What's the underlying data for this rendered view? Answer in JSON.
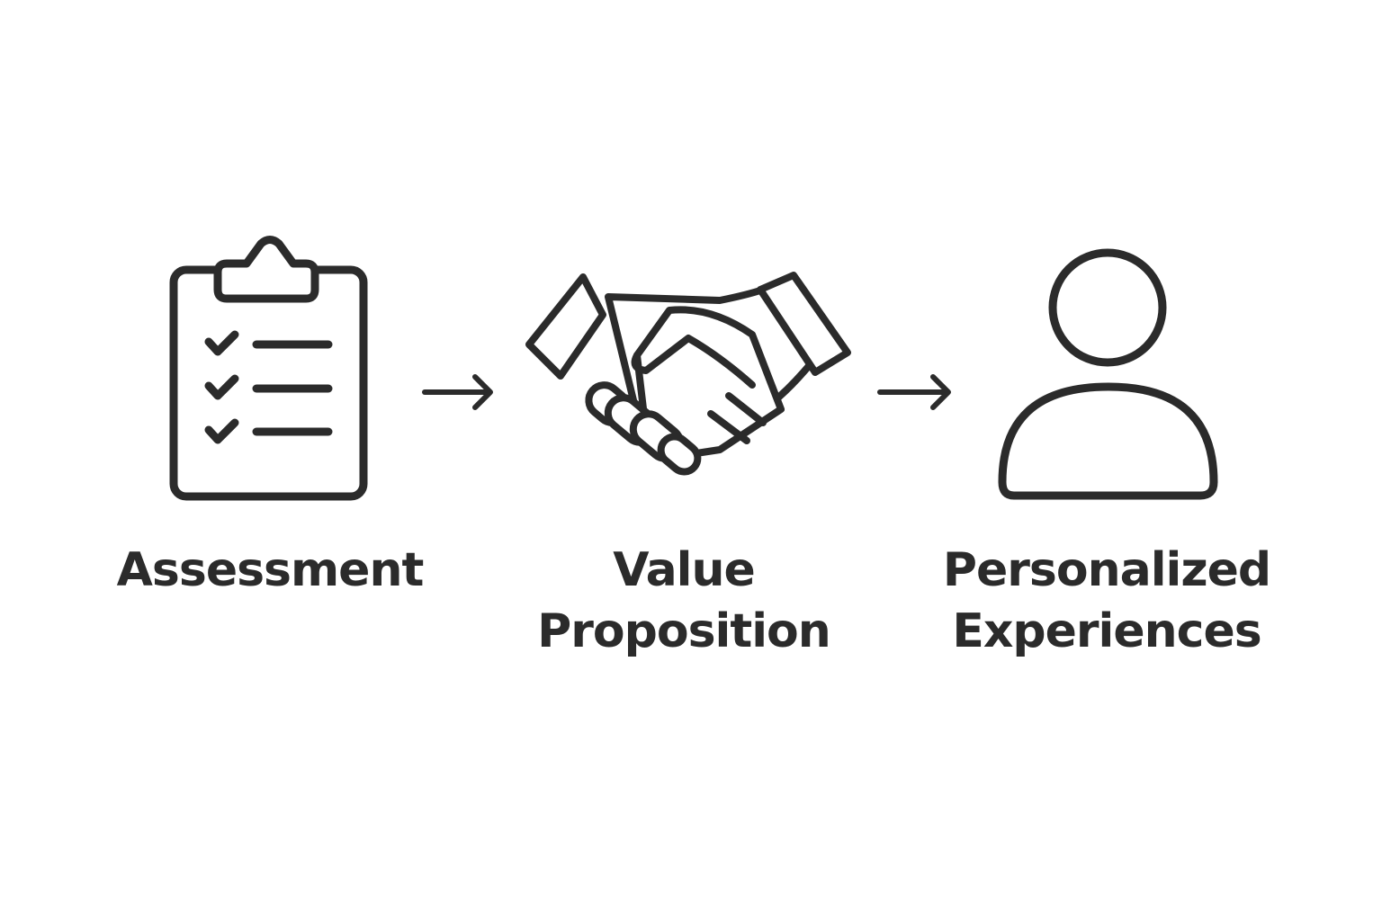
{
  "colors": {
    "stroke": "#2b2b2b",
    "background": "#ffffff"
  },
  "steps": [
    {
      "icon": "clipboard-checklist-icon",
      "lines": [
        "Assessment"
      ]
    },
    {
      "icon": "handshake-icon",
      "lines": [
        "Value",
        "Proposition"
      ]
    },
    {
      "icon": "person-icon",
      "lines": [
        "Personalized",
        "Experiences"
      ]
    }
  ],
  "connectors": [
    "arrow-right-icon",
    "arrow-right-icon"
  ]
}
